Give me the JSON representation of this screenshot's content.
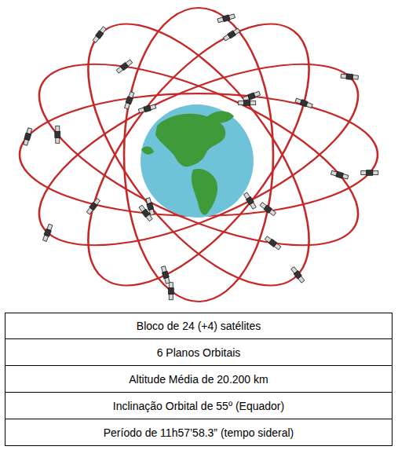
{
  "diagram": {
    "labels": [
      "Bloco de 24 (+4) satélites",
      "6 Planos Orbitais",
      "Altitude Média de 20.200 km",
      "Inclinação Orbital de 55º (Equador)",
      "Período de 11h57’58.3” (tempo sideral)"
    ]
  }
}
